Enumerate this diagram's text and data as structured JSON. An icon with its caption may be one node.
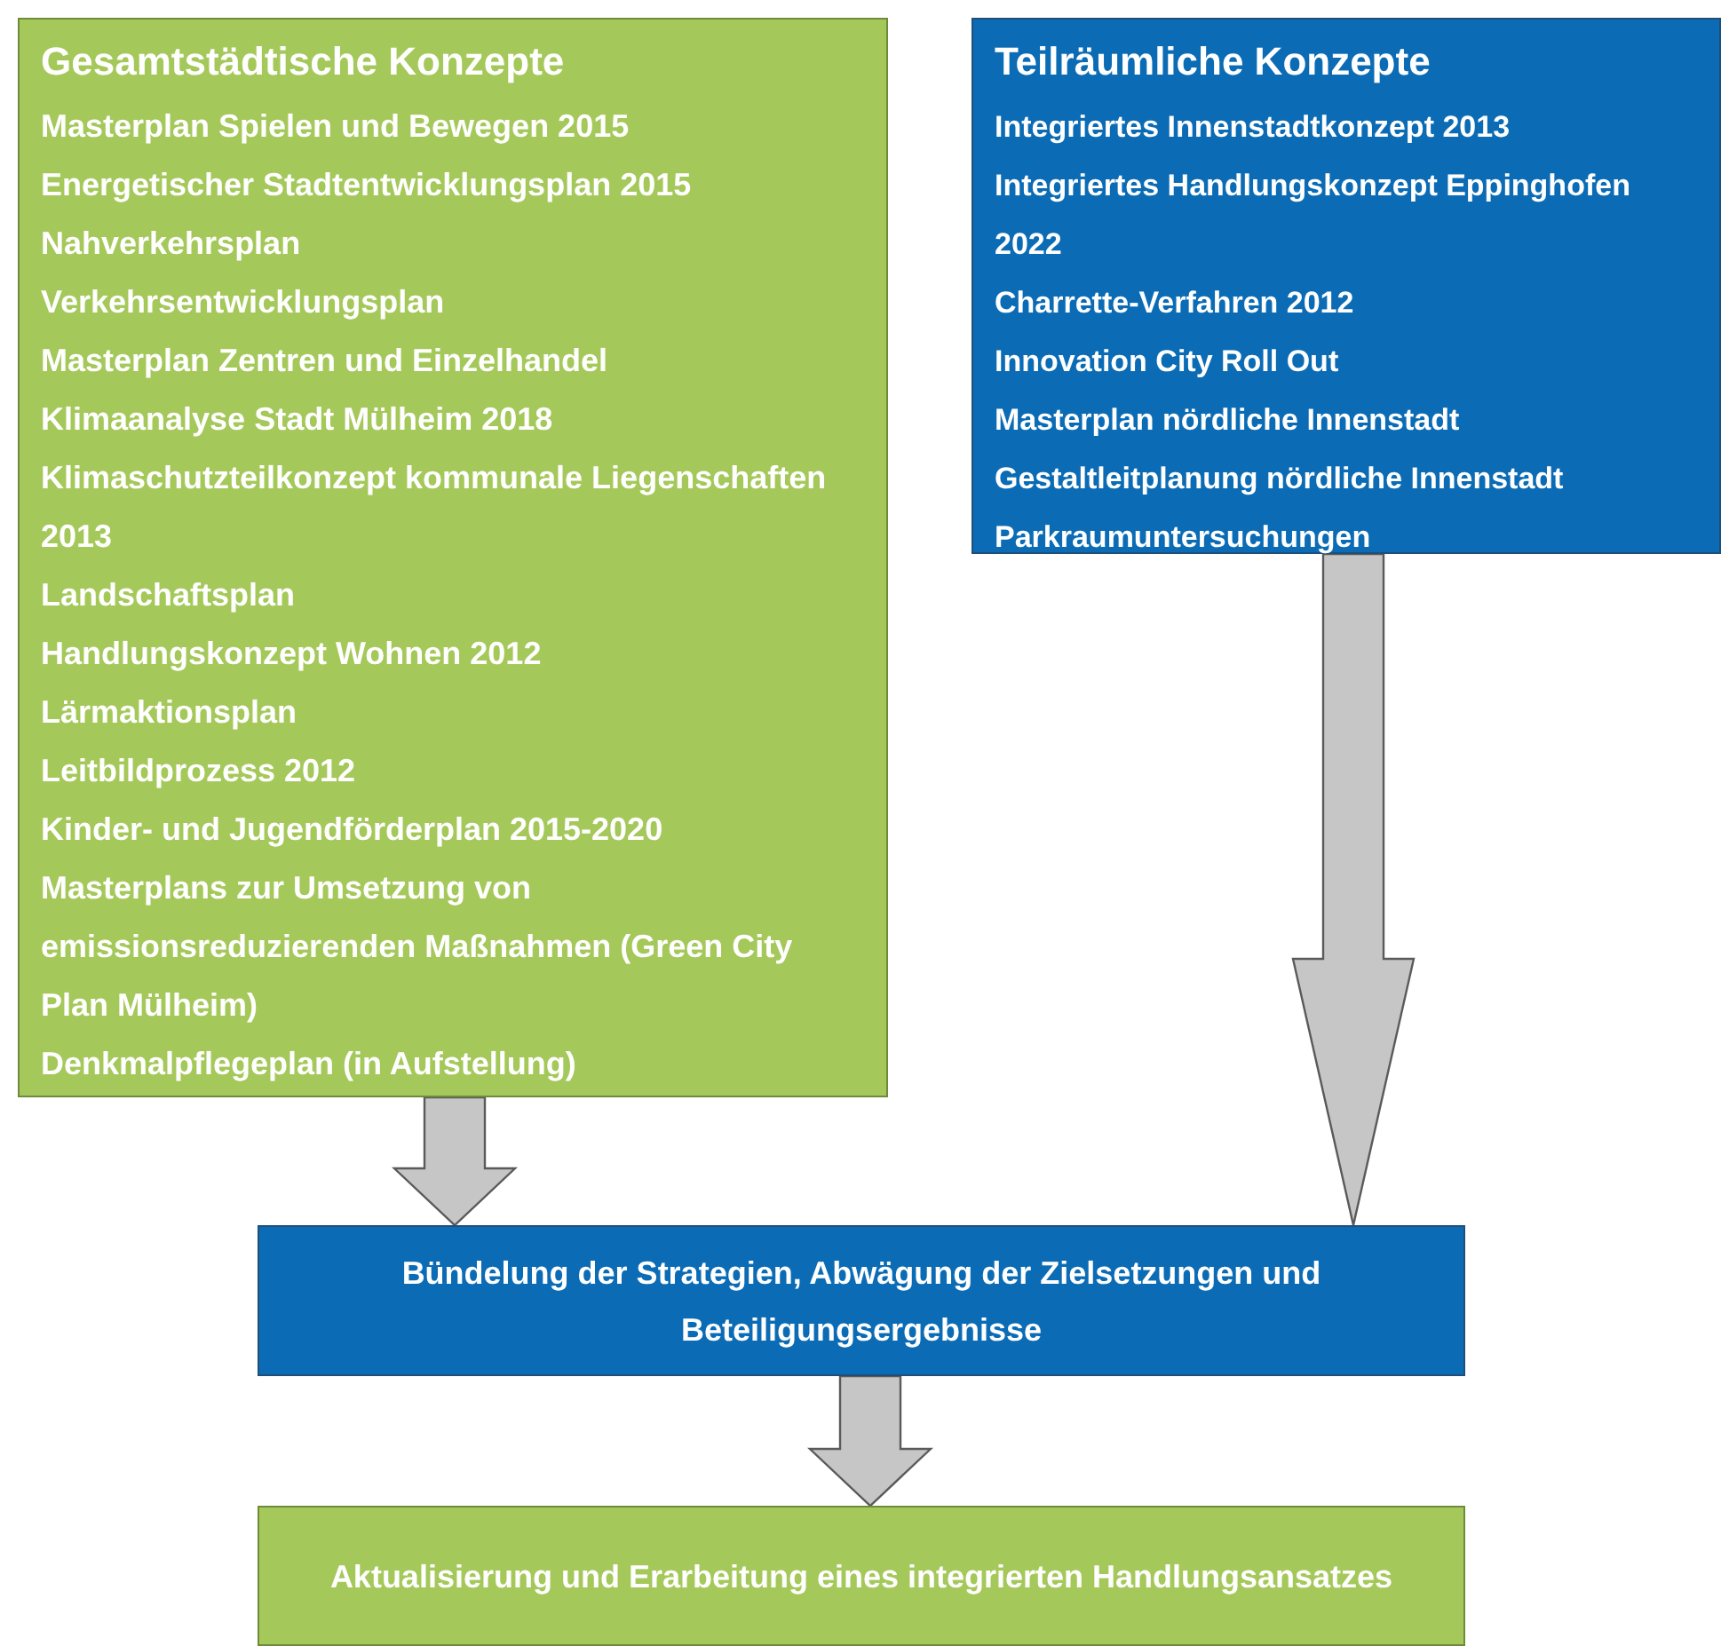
{
  "diagram": {
    "nodes": [
      {
        "text": [
          "Gesamtstädtische Konzepte",
          "Masterplan Spielen und Bewegen 2015",
          "Energetischer Stadtentwicklungsplan 2015",
          "Nahverkehrsplan",
          "Verkehrsentwicklungsplan",
          "Masterplan Zentren und Einzelhandel",
          "Klimaanalyse Stadt Mülheim 2018",
          "Klimaschutzteilkonzept kommunale Liegenschaften 2013",
          "Landschaftsplan",
          "Handlungskonzept Wohnen 2012",
          "Lärmaktionsplan",
          "Leitbildprozess 2012",
          "Kinder- und Jugendförderplan 2015-2020",
          "Masterplans zur Umsetzung von emissionsreduzierenden Maßnahmen (Green City Plan Mülheim)",
          "Denkmalpflegeplan (in Aufstellung)"
        ]
      },
      {
        "text": [
          "Teilräumliche Konzepte",
          "Integriertes Innenstadtkonzept 2013",
          "Integriertes Handlungskonzept Eppinghofen 2022",
          "Charrette-Verfahren 2012",
          "Innovation City Roll Out",
          "Masterplan nördliche Innenstadt",
          "Gestaltleitplanung nördliche Innenstadt",
          "Parkraumuntersuchungen"
        ]
      },
      {
        "text": [
          "Bündelung der Strategien, Abwägung der Zielsetzungen und Beteiligungsergebnisse"
        ]
      },
      {
        "text": [
          "Aktualisierung und Erarbeitung eines integrierten Handlungsansatzes"
        ]
      }
    ],
    "edges": [
      {
        "from": 0,
        "to": 2,
        "arrow": "to"
      },
      {
        "from": 1,
        "to": 2,
        "arrow": "to"
      },
      {
        "from": 2,
        "to": 3,
        "arrow": "to"
      }
    ]
  }
}
